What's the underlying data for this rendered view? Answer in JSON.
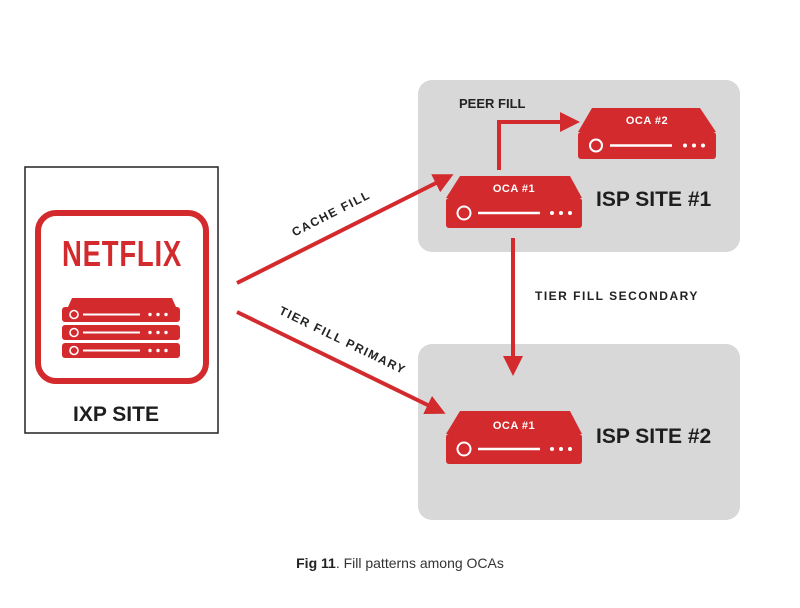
{
  "colors": {
    "accent": "#d32a2e",
    "site_bg": "#d8d8d8",
    "frame": "#222222"
  },
  "ixp": {
    "brand": "NETFLIX",
    "name": "IXP SITE"
  },
  "isp1": {
    "name": "ISP SITE #1",
    "oca_a": "OCA #1",
    "oca_b": "OCA #2"
  },
  "isp2": {
    "name": "ISP SITE #2",
    "oca_a": "OCA #1"
  },
  "edges": {
    "cache_fill": "CACHE FILL",
    "peer_fill": "PEER FILL",
    "tier_fill_primary": "TIER FILL PRIMARY",
    "tier_fill_secondary": "TIER FILL SECONDARY"
  },
  "caption": {
    "prefix": "Fig 11",
    "text": ". Fill patterns among OCAs"
  }
}
